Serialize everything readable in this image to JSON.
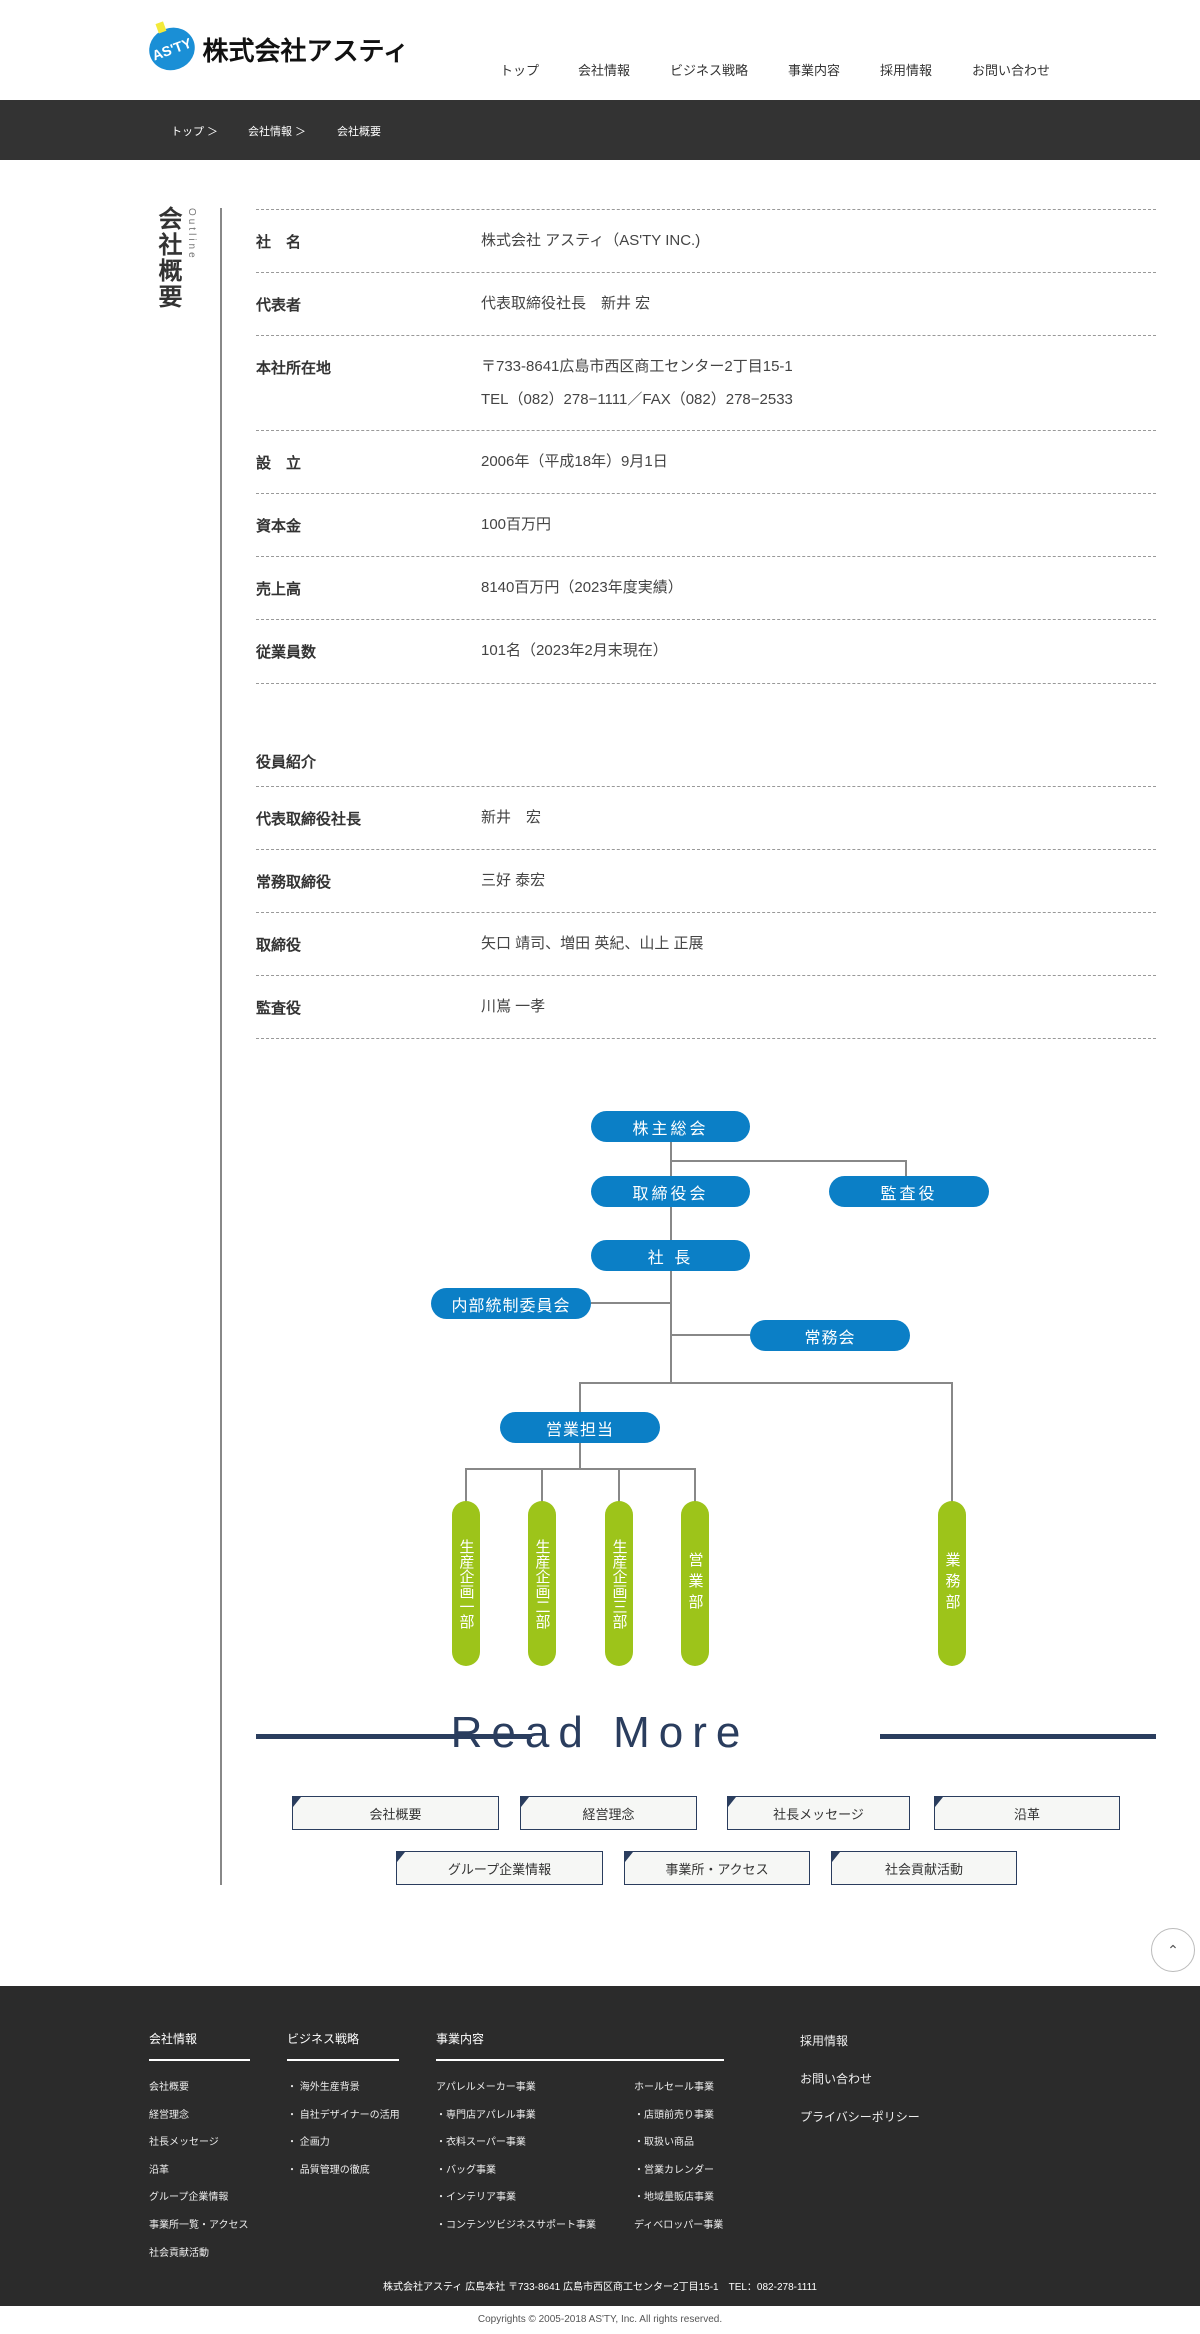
{
  "header": {
    "logo_text": "株式会社アスティ",
    "logo_mark": "AS'TY",
    "nav": [
      "トップ",
      "会社情報",
      "ビジネス戦略",
      "事業内容",
      "採用情報",
      "お問い合わせ"
    ]
  },
  "breadcrumb": [
    "トップ ＞",
    "会社情報 ＞",
    "会社概要"
  ],
  "section": {
    "title": "会社概要",
    "subtitle": "Outline"
  },
  "outline": [
    {
      "label": "社　名",
      "value": "株式会社 アスティ（AS'TY INC.)"
    },
    {
      "label": "代表者",
      "value": "代表取締役社長　新井 宏"
    },
    {
      "label": "本社所在地",
      "value": "〒733-8641広島市西区商工センター2丁目15-1",
      "value2": "TEL（082）278−1111／FAX（082）278−2533"
    },
    {
      "label": "設　立",
      "value": "2006年（平成18年）9月1日"
    },
    {
      "label": "資本金",
      "value": "100百万円"
    },
    {
      "label": "売上高",
      "value": "8140百万円（2023年度実績）"
    },
    {
      "label": "従業員数",
      "value": "101名（2023年2月末現在）"
    }
  ],
  "officers": {
    "heading": "役員紹介",
    "rows": [
      {
        "label": "代表取締役社長",
        "value": "新井　宏"
      },
      {
        "label": "常務取締役",
        "value": "三好 泰宏"
      },
      {
        "label": "取締役",
        "value": "矢口 靖司、増田 英紀、山上 正展"
      },
      {
        "label": "監査役",
        "value": "川嶌 一孝"
      }
    ]
  },
  "org": {
    "shareholders": "株主総会",
    "board": "取締役会",
    "auditor": "監査役",
    "president": "社 長",
    "internal": "内部統制委員会",
    "executive": "常務会",
    "sales_lead": "営業担当",
    "depts": [
      "生産企画一部",
      "生産企画二部",
      "生産企画三部",
      "営業部",
      "業務部"
    ]
  },
  "read_more": {
    "title": "Read More",
    "buttons": [
      "会社概要",
      "経営理念",
      "社長メッセージ",
      "沿革",
      "グループ企業情報",
      "事業所・アクセス",
      "社会貢献活動"
    ]
  },
  "totop_icon": "arrow-up-icon",
  "footer": {
    "col1": {
      "heading": "会社情報",
      "items": [
        "会社概要",
        "経営理念",
        "社長メッセージ",
        "沿革",
        "グループ企業情報",
        "事業所一覧・アクセス",
        "社会貢献活動"
      ]
    },
    "col2": {
      "heading": "ビジネス戦略",
      "items": [
        "・ 海外生産背景",
        "・ 自社デザイナーの活用",
        "・ 企画力",
        "・ 品質管理の徹底"
      ]
    },
    "col3": {
      "heading": "事業内容",
      "items": [
        "アパレルメーカー事業",
        "・専門店アパレル事業",
        "・衣料スーパー事業",
        "・バッグ事業",
        "・インテリア事業",
        "・コンテンツビジネスサポート事業"
      ]
    },
    "col4": {
      "items": [
        "ホールセール事業",
        "・店頭前売り事業",
        "・取扱い商品",
        "・営業カレンダー",
        "・地域量販店事業",
        "ディベロッパー事業"
      ]
    },
    "col5": {
      "items": [
        "採用情報",
        "お問い合わせ",
        "プライバシーポリシー"
      ]
    },
    "address": "株式会社アスティ 広島本社 〒733-8641 広島市西区商工センター2丁目15-1　TEL：082-278-1111",
    "copyright": "Copyrights © 2005-2018 AS'TY, Inc. All rights reserved."
  }
}
